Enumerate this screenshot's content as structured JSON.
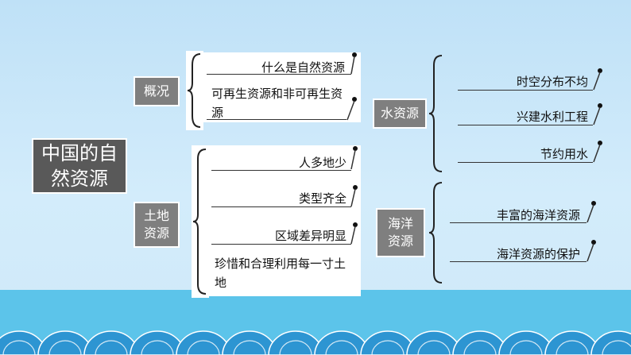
{
  "title": "中国的自然资源",
  "sections": {
    "overview": {
      "label": "概况",
      "items": [
        "什么是自然资源",
        "可再生资源和非可再生资源"
      ]
    },
    "land": {
      "label": "土地资源",
      "items": [
        "人多地少",
        "类型齐全",
        "区域差异明显",
        "珍惜和合理利用每一寸土地"
      ]
    },
    "water": {
      "label": "水资源",
      "items": [
        "时空分布不均",
        "兴建水利工程",
        "节约用水"
      ]
    },
    "ocean": {
      "label": "海洋资源",
      "items": [
        "丰富的海洋资源",
        "海洋资源的保护"
      ]
    }
  },
  "colors": {
    "sky": "#c6e5f8",
    "sea": "#5cc4ea",
    "wave": "#2d95d2",
    "box": "#7f7f7f",
    "title_box": "#595959"
  }
}
